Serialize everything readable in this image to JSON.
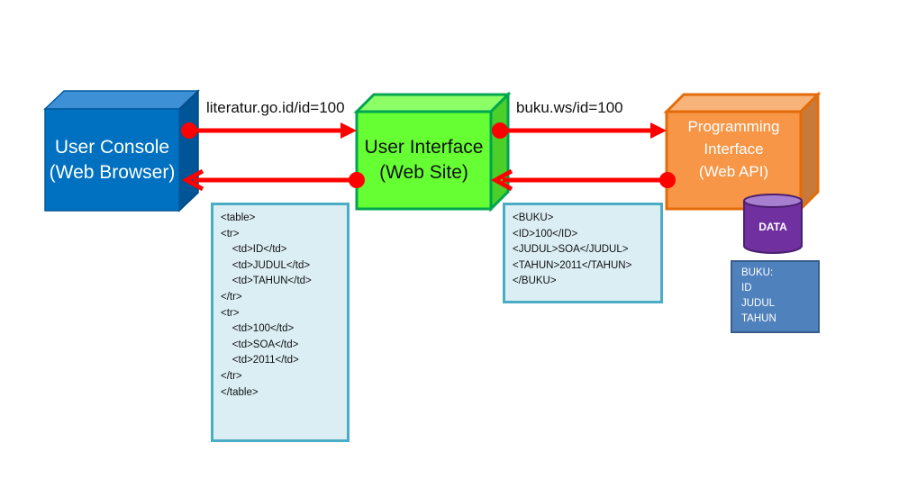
{
  "nodes": {
    "console": {
      "line1": "User Console",
      "line2": "(Web Browser)",
      "color": "#0070c0"
    },
    "ui": {
      "line1": "User Interface",
      "line2": "(Web Site)",
      "color": "#66ff33"
    },
    "api": {
      "line1": "Programming",
      "line2": "Interface",
      "line3": "(Web API)",
      "color": "#f79646"
    }
  },
  "arrows": {
    "request1": "literatur.go.id/id=100",
    "request2": "buku.ws/id=100",
    "color": "#ff0000"
  },
  "html_response": [
    "<table>",
    "<tr>",
    "    <td>ID</td>",
    "    <td>JUDUL</td>",
    "    <td>TAHUN</td>",
    "</tr>",
    "<tr>",
    "    <td>100</td>",
    "    <td>SOA</td>",
    "    <td>2011</td>",
    "</tr>",
    "</table>"
  ],
  "xml_response": [
    "<BUKU>",
    "<ID>100</ID>",
    "<JUDUL>SOA</JUDUL>",
    "<TAHUN>2011</TAHUN>",
    "</BUKU>"
  ],
  "database": {
    "label": "DATA",
    "color": "#7030a0"
  },
  "schema": {
    "lines": [
      "BUKU:",
      "ID",
      "JUDUL",
      "TAHUN"
    ]
  }
}
